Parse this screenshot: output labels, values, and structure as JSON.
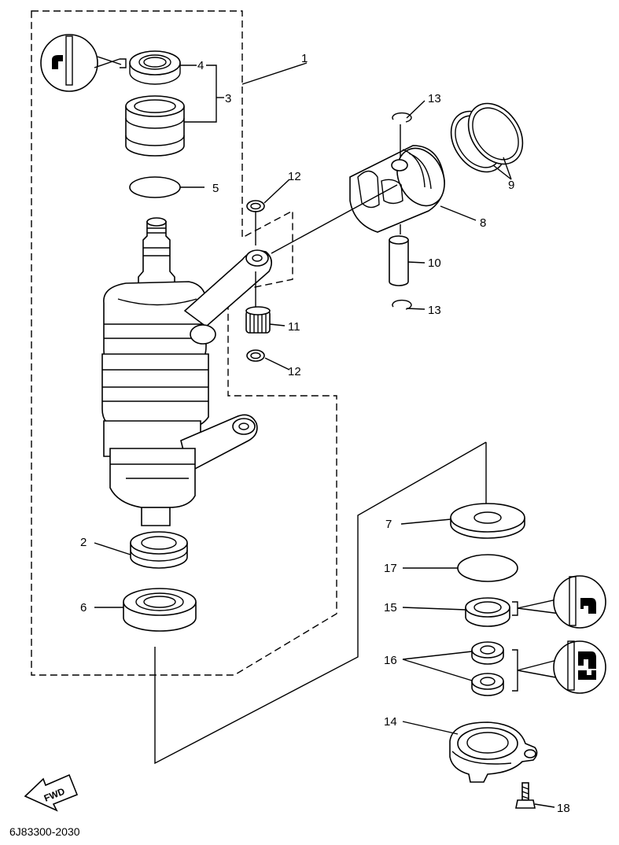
{
  "diagram": {
    "code": "6J83300-2030",
    "fwd_label": "FWD",
    "callouts": {
      "c1": "1",
      "c2": "2",
      "c3": "3",
      "c4": "4",
      "c5": "5",
      "c6": "6",
      "c7": "7",
      "c8": "8",
      "c9": "9",
      "c10": "10",
      "c11": "11",
      "c12a": "12",
      "c12b": "12",
      "c13a": "13",
      "c13b": "13",
      "c14": "14",
      "c15": "15",
      "c16": "16",
      "c17": "17",
      "c18": "18"
    }
  }
}
